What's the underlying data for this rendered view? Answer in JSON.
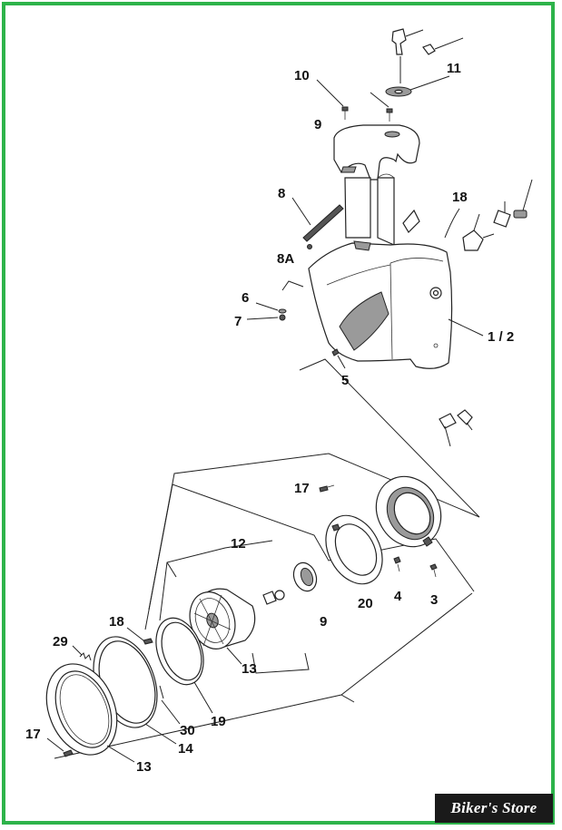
{
  "labels": {
    "l10": "10",
    "l11": "11",
    "l9a": "9",
    "l8": "8",
    "l18a": "18",
    "l8A": "8A",
    "l6": "6",
    "l7": "7",
    "l12": "1 / 2",
    "l5": "5",
    "l17a": "17",
    "l12b": "12",
    "l4": "4",
    "l3": "3",
    "l9b": "9",
    "l20": "20",
    "l18b": "18",
    "l29": "29",
    "l13a": "13",
    "l19": "19",
    "l30": "30",
    "l14": "14",
    "l17b": "17",
    "l13b": "13"
  },
  "logo": "Biker's Store",
  "colors": {
    "frame": "#2db34a",
    "ink": "#222222",
    "logo_bg": "#1a1a1a"
  }
}
